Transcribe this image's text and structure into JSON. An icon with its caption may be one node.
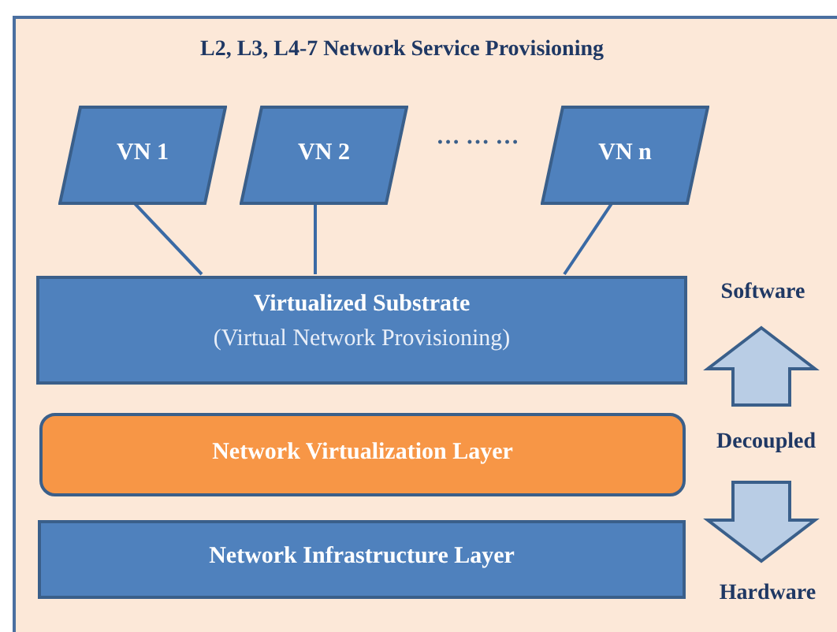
{
  "diagram": {
    "nodes": [
      {
        "text": [
          "L2, L3, L4-7 Network Service Provisioning"
        ]
      },
      {
        "text": [
          "VN 1"
        ],
        "in": 0
      },
      {
        "text": [
          "VN 2"
        ],
        "in": 0
      },
      {
        "text": [
          "VN n"
        ],
        "in": 0
      },
      {
        "text": [
          "Virtualized Substrate",
          "(Virtual Network Provisioning)"
        ],
        "in": 0
      },
      {
        "text": [
          "Network Virtualization Layer"
        ],
        "in": 0
      },
      {
        "text": [
          "Network Infrastructure Layer"
        ],
        "in": 0
      }
    ],
    "edges": [
      {
        "from": 1,
        "to": 4,
        "arrow": "none"
      },
      {
        "from": 2,
        "to": 4,
        "arrow": "none"
      },
      {
        "from": 3,
        "to": 4,
        "arrow": "none"
      }
    ],
    "labels": [
      "… … …",
      "Software",
      "Decoupled",
      "Hardware"
    ]
  }
}
